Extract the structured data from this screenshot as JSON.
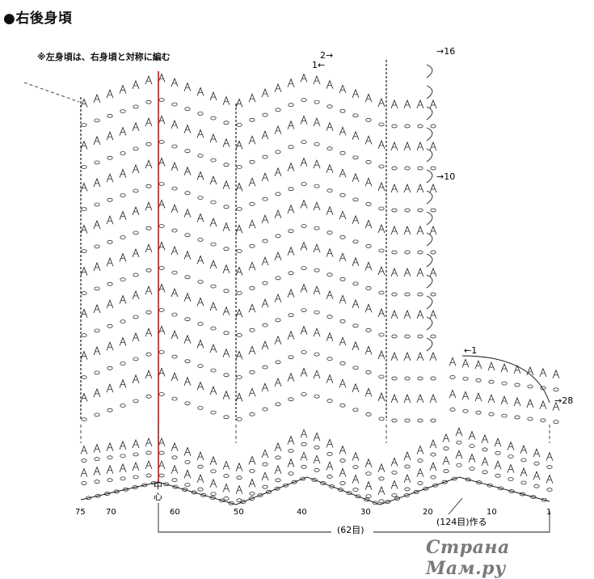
{
  "title": "●右後身頃",
  "note": "※左身頃は、右身頃と対称に編む",
  "row_labels": {
    "r2_top": "2→",
    "r1_top": "1←",
    "r16": "→16",
    "r10": "→10",
    "r1_right": "←1",
    "r28": "→28"
  },
  "center_label": "中心",
  "stitch_counts": [
    "75",
    "70",
    "60",
    "50",
    "40",
    "30",
    "20",
    "10",
    "1"
  ],
  "cast_on_label": "(124目)作る",
  "width_label": "(62目)",
  "watermark": "Страна Мам.ру",
  "colors": {
    "center_line": "#b01e1e",
    "ink": "#1a1a1a",
    "guide": "#333333"
  }
}
